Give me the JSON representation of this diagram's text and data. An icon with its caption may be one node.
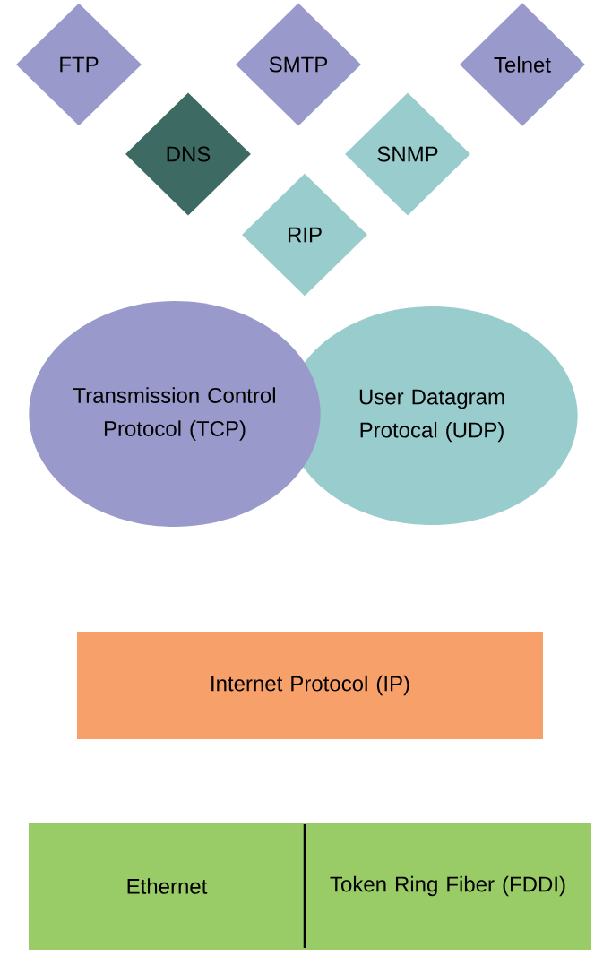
{
  "diagram": {
    "nodes": [
      {
        "text": [
          "FTP"
        ]
      },
      {
        "text": [
          "SMTP"
        ]
      },
      {
        "text": [
          "Telnet"
        ]
      },
      {
        "text": [
          "DNS"
        ]
      },
      {
        "text": [
          "SNMP"
        ]
      },
      {
        "text": [
          "RIP"
        ]
      },
      {
        "text": [
          "Transmission Control Protocol (TCP)"
        ]
      },
      {
        "text": [
          "User Datagram Protocal (UDP)"
        ]
      },
      {
        "text": [
          "Internet Protocol (IP)"
        ]
      },
      {
        "text": [
          "Ethernet"
        ]
      },
      {
        "text": [
          "Token Ring Fiber (FDDI)"
        ]
      }
    ]
  }
}
